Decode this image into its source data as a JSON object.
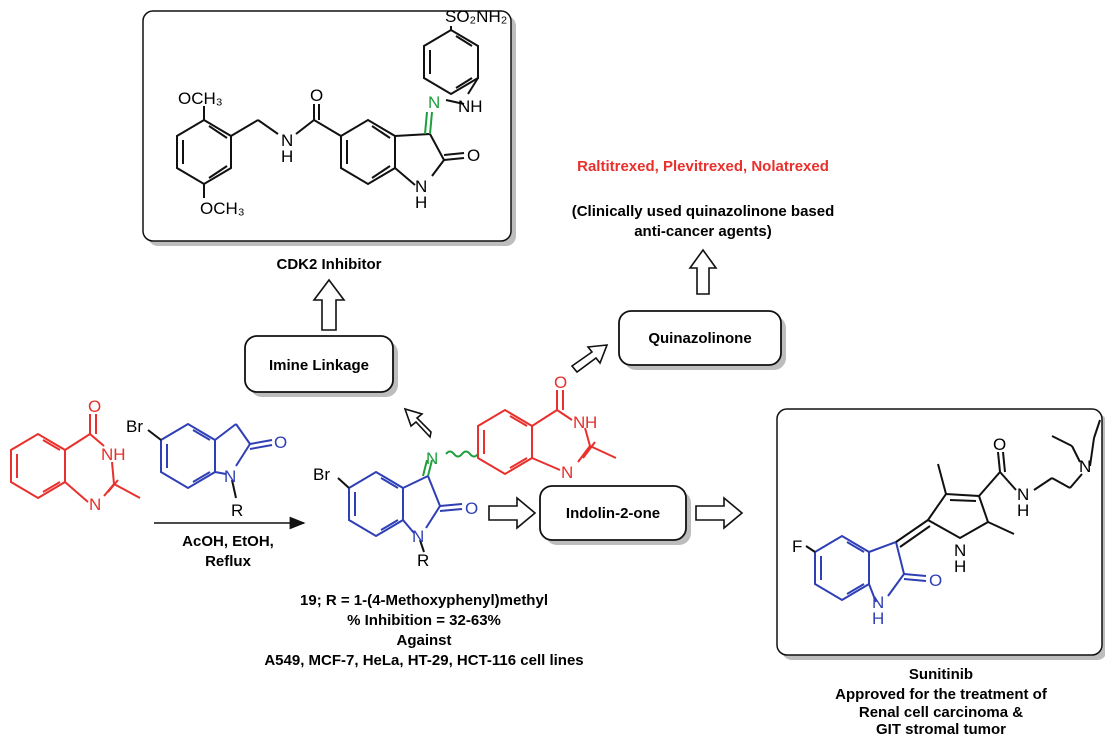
{
  "colors": {
    "quinazolinone": "#e8302c",
    "indolinone": "#2f3fb4",
    "imine": "#1e9e3c",
    "bond": "#111111",
    "highlight_text": "#e8302c"
  },
  "cdk2": {
    "caption": "CDK2 Inhibitor",
    "atoms": {
      "so2nh2": "SO₂NH₂",
      "ome_top": "OCH₃",
      "ome_bottom": "OCH₃",
      "amide_o": "O",
      "amide_n": "N",
      "amide_h": "H",
      "hydrazone_n": "N",
      "hydrazone_nh": "NH",
      "lactam_o": "O",
      "lactam_n": "N",
      "lactam_h": "H"
    }
  },
  "clinical": {
    "drugs": "Raltitrexed, Plevitrexed, Nolatrexed",
    "note_line1": "(Clinically used quinazolinone based",
    "note_line2": "anti-cancer agents)"
  },
  "boxes": {
    "imine": "Imine Linkage",
    "quinazolinone": "Quinazolinone",
    "indolinone": "Indolin-2-one"
  },
  "reactant_quin": {
    "o": "O",
    "nh": "NH",
    "n": "N"
  },
  "reactant_isatin": {
    "br": "Br",
    "o": "O",
    "n": "N",
    "r": "R"
  },
  "reaction": {
    "line1": "AcOH, EtOH,",
    "line2": "Reflux"
  },
  "product": {
    "br": "Br",
    "o": "O",
    "n": "N",
    "r": "R",
    "imine_n": "N",
    "quin_o": "O",
    "quin_h": "H",
    "quin_n1": "N",
    "quin_n2": "N",
    "caption_line1": "19; R = 1-(4-Methoxyphenyl)methyl",
    "caption_line2": "% Inhibition = 32-63%",
    "caption_line3": "Against",
    "caption_line4": "A549, MCF-7, HeLa, HT-29, HCT-116 cell lines"
  },
  "sunitinib": {
    "atoms": {
      "f": "F",
      "o_lactam": "O",
      "n_lactam": "N",
      "h_lactam": "H",
      "n_pyrrole": "N",
      "h_pyrrole": "H",
      "o_amide": "O",
      "n_amide": "N",
      "h_amide": "H",
      "n_amine": "N"
    },
    "name": "Sunitinib",
    "line1": "Approved for the treatment of",
    "line2": "Renal cell carcinoma &",
    "line3": "GIT stromal tumor"
  }
}
